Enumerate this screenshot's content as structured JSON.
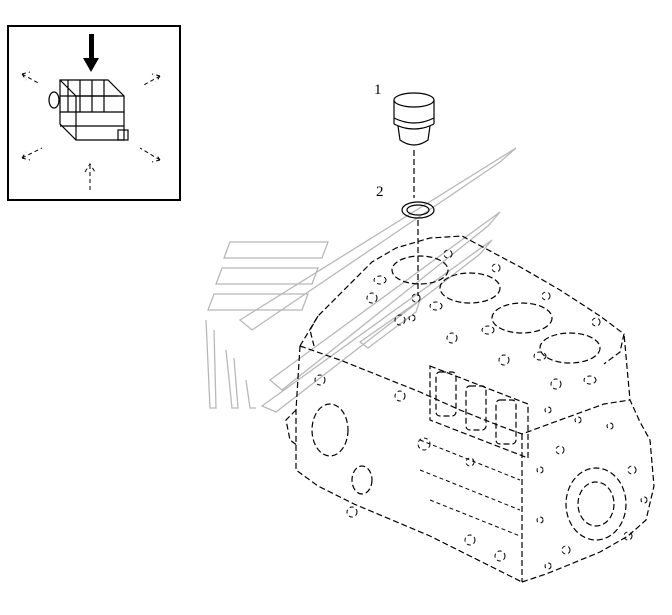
{
  "callouts": {
    "label_1": "1",
    "label_2": "2"
  },
  "parts": [
    {
      "ref": "1",
      "name": "plug-cap"
    },
    {
      "ref": "2",
      "name": "o-ring"
    }
  ],
  "colors": {
    "line": "#000000",
    "watermark": "#b8b8b8",
    "background": "#ffffff"
  },
  "icons": [
    "engine-orientation-icon",
    "direction-arrow-icon"
  ]
}
